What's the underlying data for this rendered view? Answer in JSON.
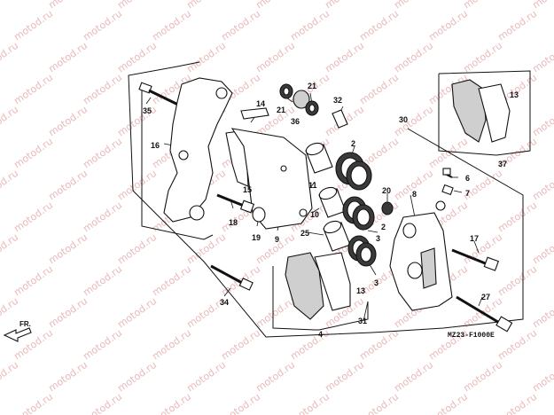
{
  "watermark": {
    "text": "motod.ru",
    "color": "#e9b9b9"
  },
  "diagram": {
    "drawing_code": "MZ23-F1000E",
    "direction_label": "FR.",
    "callouts": [
      "2",
      "2",
      "3",
      "3",
      "4",
      "6",
      "7",
      "8",
      "9",
      "10",
      "11",
      "13",
      "13",
      "14",
      "15",
      "16",
      "17",
      "18",
      "19",
      "20",
      "21",
      "21",
      "25",
      "27",
      "30",
      "31",
      "32",
      "34",
      "35",
      "36",
      "37"
    ]
  }
}
